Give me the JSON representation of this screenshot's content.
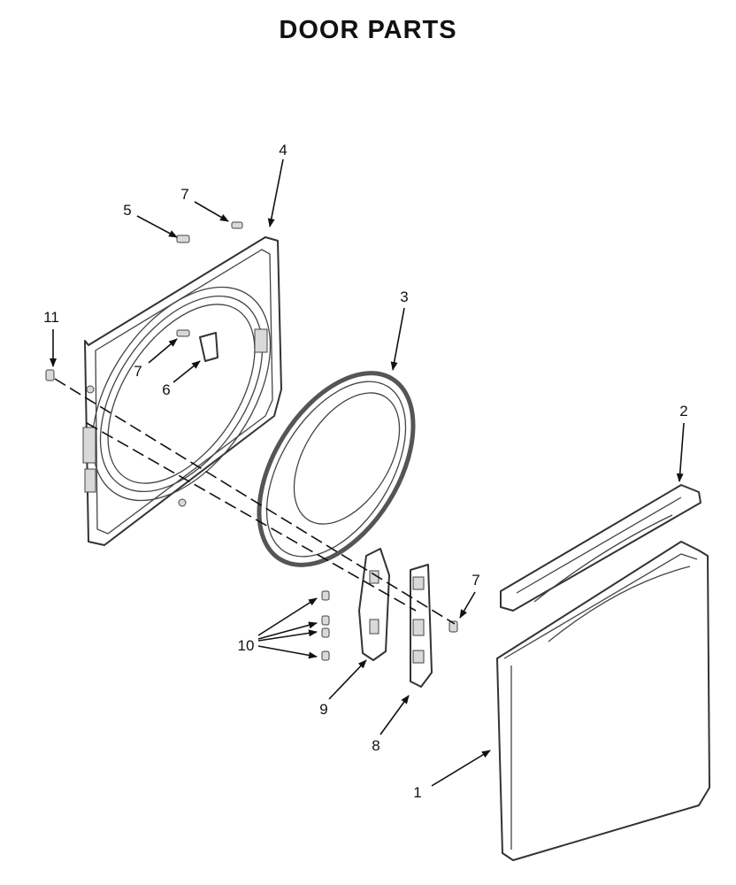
{
  "title": "DOOR PARTS",
  "callouts": {
    "c1": "1",
    "c2": "2",
    "c3": "3",
    "c4": "4",
    "c5": "5",
    "c6": "6",
    "c7a": "7",
    "c7b": "7",
    "c7c": "7",
    "c8": "8",
    "c9": "9",
    "c10": "10",
    "c11": "11"
  }
}
